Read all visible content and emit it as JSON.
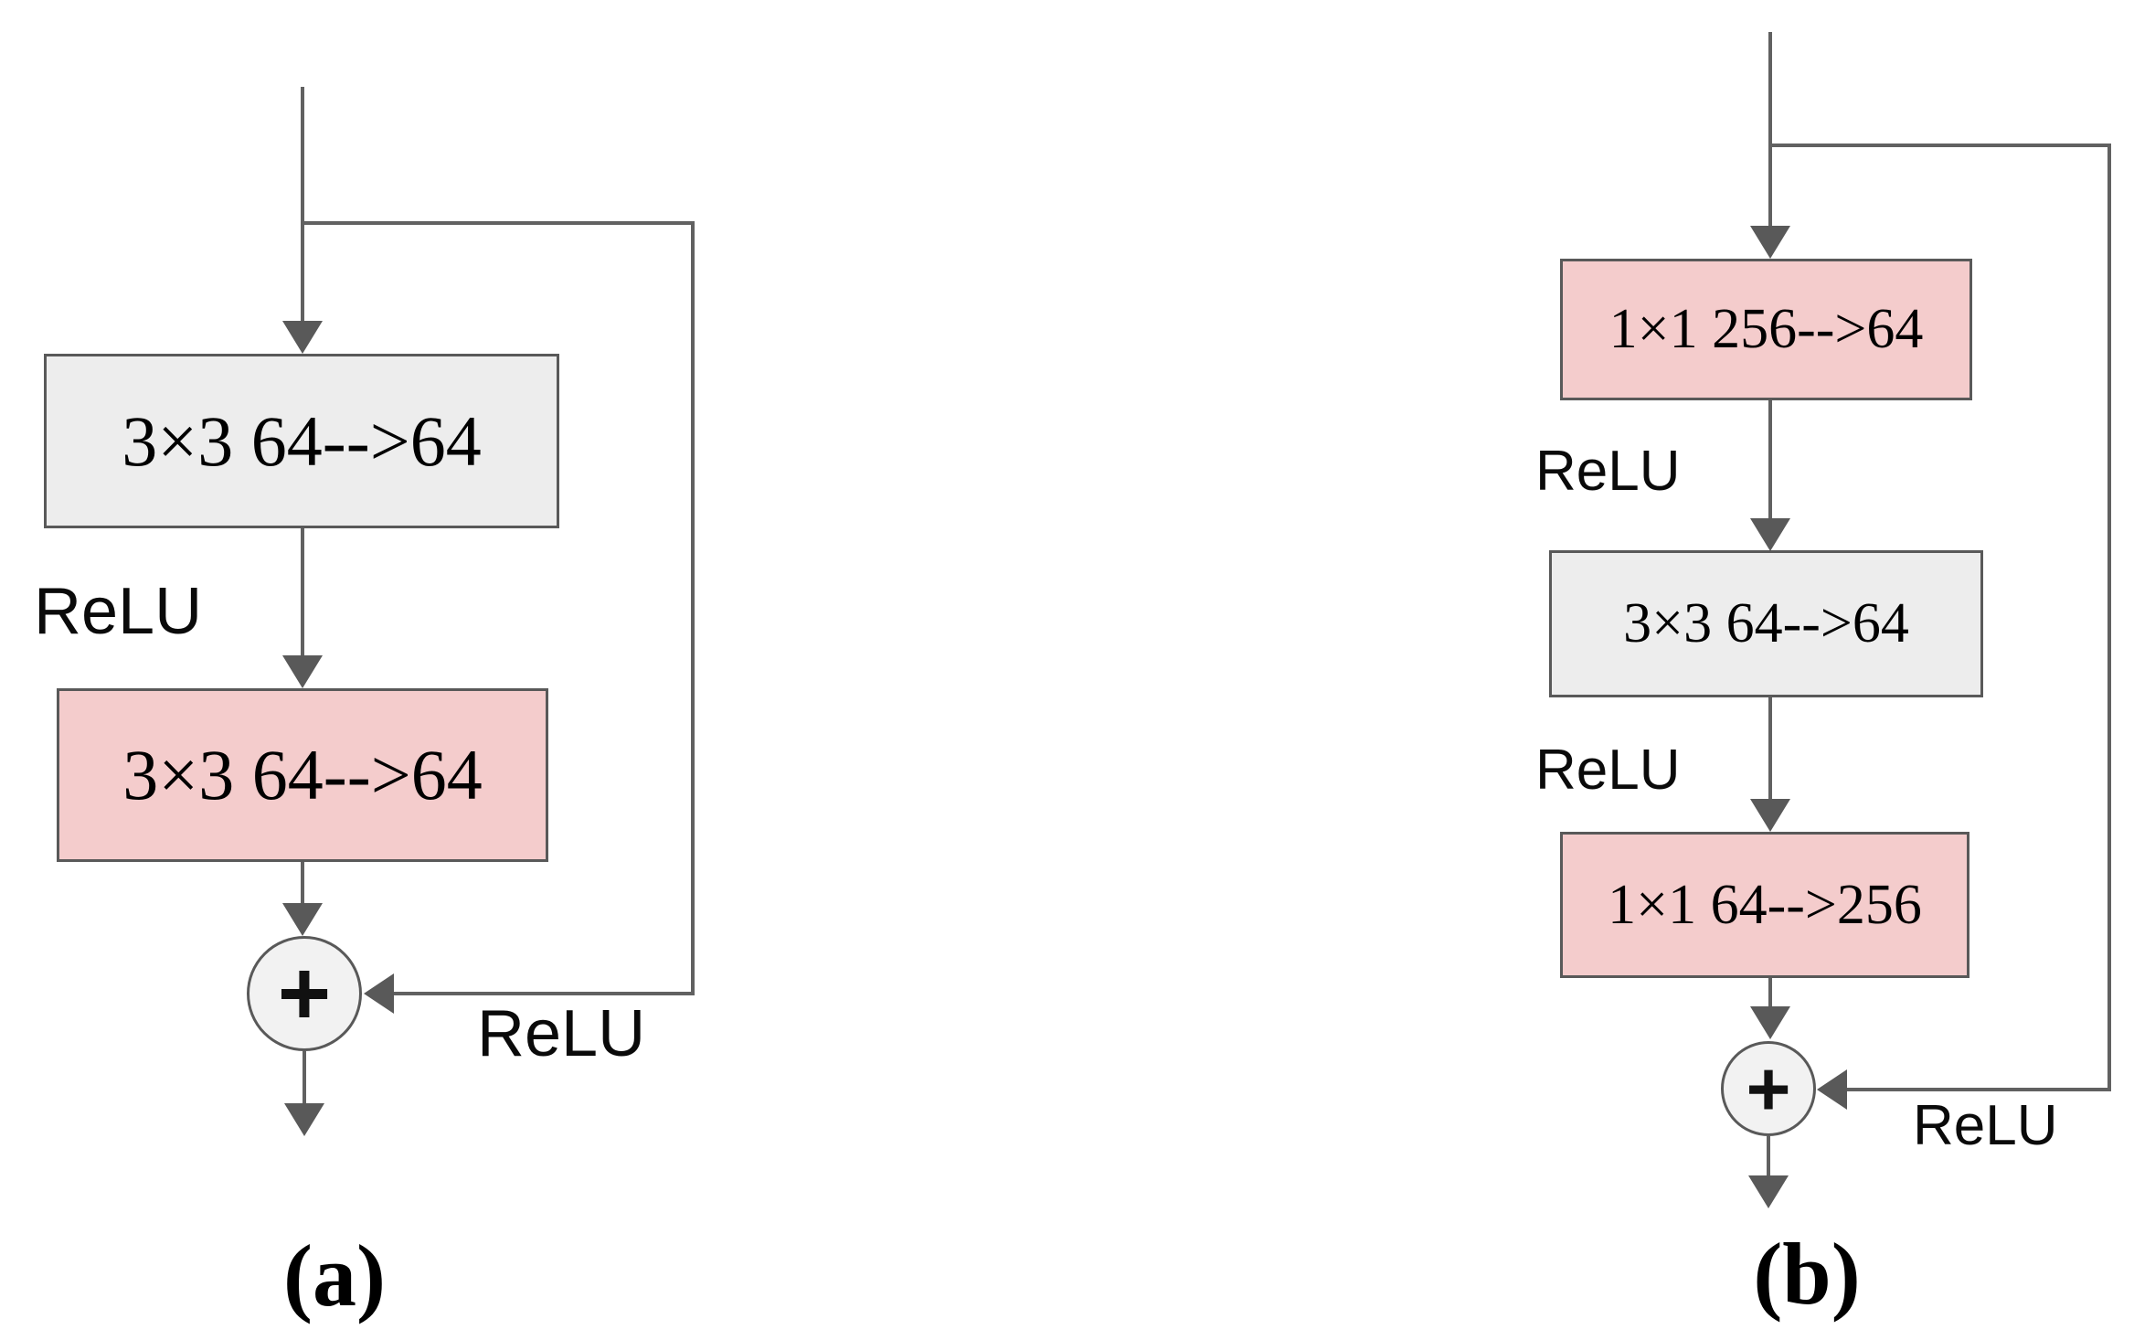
{
  "figure": {
    "colors": {
      "background": "#ffffff",
      "block_gray_fill": "#ededed",
      "block_pink_fill": "#f4cccc",
      "block_border": "#595959",
      "connector_line": "#616161",
      "arrowhead": "#595959",
      "add_circle_fill": "#f2f2f2",
      "text": "#000000"
    },
    "diagram_a": {
      "caption": "(a)",
      "add_symbol": "+",
      "relu_labels": [
        "ReLU",
        "ReLU"
      ],
      "blocks": [
        {
          "label": "3×3 64-->64",
          "style": "gray"
        },
        {
          "label": "3×3 64-->64",
          "style": "pink"
        }
      ]
    },
    "diagram_b": {
      "caption": "(b)",
      "add_symbol": "+",
      "relu_labels": [
        "ReLU",
        "ReLU",
        "ReLU"
      ],
      "blocks": [
        {
          "label": "1×1 256-->64",
          "style": "pink"
        },
        {
          "label": "3×3 64-->64",
          "style": "gray"
        },
        {
          "label": "1×1 64-->256",
          "style": "pink"
        }
      ]
    }
  }
}
